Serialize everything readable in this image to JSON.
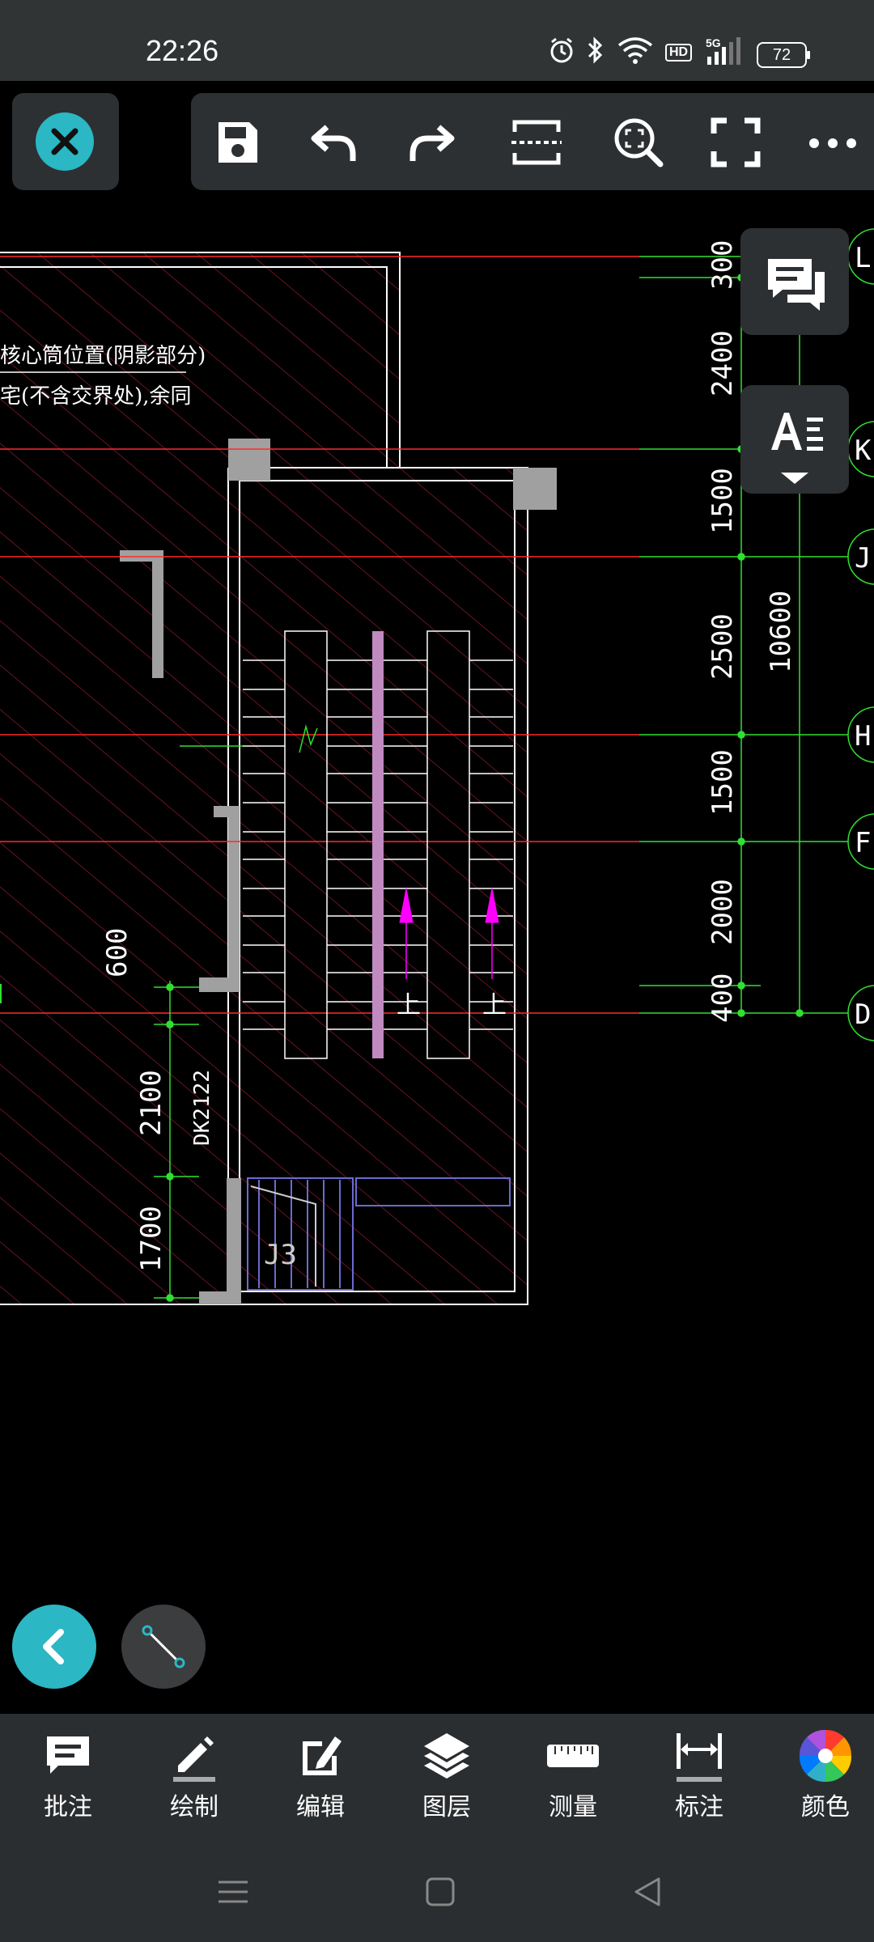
{
  "status_bar": {
    "time": "22:26",
    "battery": "72",
    "network": "5G",
    "hd": "HD",
    "icons": [
      "alarm-icon",
      "bluetooth-icon",
      "wifi-icon",
      "hd-icon",
      "signal-5g-icon",
      "battery-icon"
    ]
  },
  "toolbar": {
    "close": "close-icon",
    "buttons": [
      "save-icon",
      "undo-icon",
      "redo-icon",
      "crop-icon",
      "zoom-window-icon",
      "fullscreen-icon",
      "more-icon"
    ]
  },
  "side_buttons": [
    "comment-icon",
    "text-list-icon"
  ],
  "drawing": {
    "notes": [
      "核心筒位置(阴影部分)",
      "宅(不含交界处),余同"
    ],
    "right_dims": [
      "300",
      "2400",
      "1500",
      "2500",
      "1500",
      "2000",
      "400"
    ],
    "total_dim": "10600",
    "axis_labels": [
      "L",
      "K",
      "J",
      "H",
      "F",
      "D"
    ],
    "left_dims": [
      "600",
      "2100",
      "1700"
    ],
    "door_label": "DK2122",
    "shaft_label": "J3",
    "stair_up_labels": [
      "上",
      "上"
    ],
    "colors": {
      "hatch": "#8a1a2a",
      "wall": "#ffffff",
      "grid_red": "#ff2a2a",
      "dimension": "#30e030",
      "arrow": "#ff00ff",
      "column": "#a0a0a0",
      "shaft": "#6a6ad0"
    }
  },
  "bottom_tools": [
    {
      "label": "批注",
      "icon": "annotation-icon"
    },
    {
      "label": "绘制",
      "icon": "pencil-icon"
    },
    {
      "label": "编辑",
      "icon": "edit-icon"
    },
    {
      "label": "图层",
      "icon": "layers-icon"
    },
    {
      "label": "测量",
      "icon": "ruler-icon"
    },
    {
      "label": "标注",
      "icon": "dimension-icon"
    },
    {
      "label": "颜色",
      "icon": "color-wheel-icon"
    }
  ],
  "fabs": [
    "back-icon",
    "measure-line-icon"
  ],
  "nav_bar": [
    "menu-icon",
    "home-icon",
    "back-nav-icon"
  ]
}
